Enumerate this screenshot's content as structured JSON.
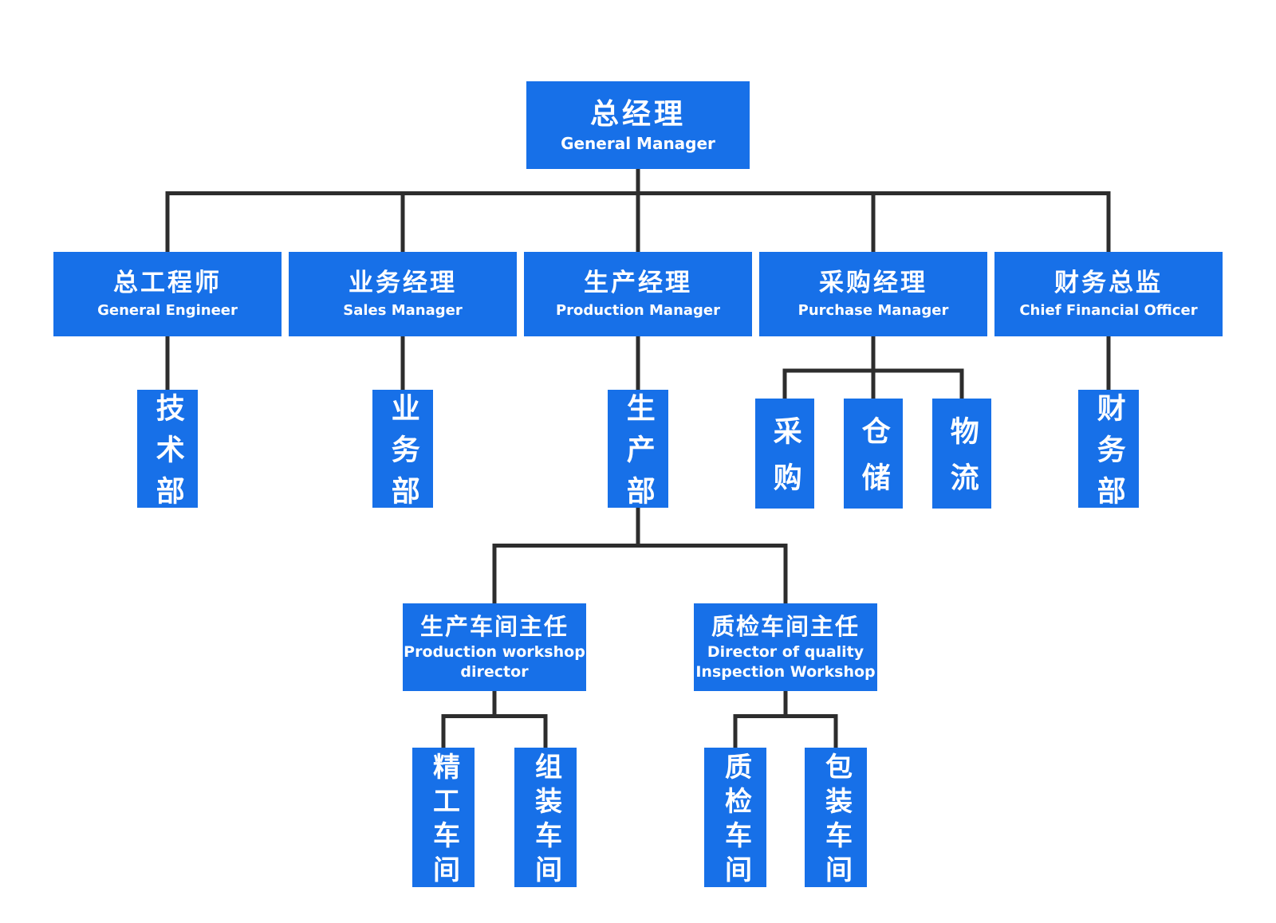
{
  "colors": {
    "node_fill": "#1770E8",
    "node_text": "#FFFFFF",
    "connector": "#2D2D2D",
    "background": "#FFFFFF"
  },
  "org_chart": {
    "type": "org-tree-diagram",
    "root": {
      "zh": "总经理",
      "en": "General Manager"
    },
    "managers": {
      "general_engineer": {
        "zh": "总工程师",
        "en": "General Engineer"
      },
      "sales_manager": {
        "zh": "业务经理",
        "en": "Sales Manager"
      },
      "production_manager": {
        "zh": "生产经理",
        "en": "Production Manager"
      },
      "purchase_manager": {
        "zh": "采购经理",
        "en": "Purchase Manager"
      },
      "cfo": {
        "zh": "财务总监",
        "en": "Chief Financial Officer"
      }
    },
    "departments": {
      "technology_dept": {
        "zh": "技术部"
      },
      "business_dept": {
        "zh": "业务部"
      },
      "production_dept": {
        "zh": "生产部"
      },
      "procurement": {
        "zh": "采购"
      },
      "warehousing": {
        "zh": "仓储"
      },
      "logistics": {
        "zh": "物流"
      },
      "finance_dept": {
        "zh": "财务部"
      }
    },
    "directors": {
      "production_workshop_director": {
        "zh": "生产车间主任",
        "en1": "Production workshop",
        "en2": "director"
      },
      "quality_inspection_director": {
        "zh": "质检车间主任",
        "en1": "Director of quality",
        "en2": "Inspection Workshop"
      }
    },
    "workshops": {
      "precision_workshop": {
        "zh": "精工车间"
      },
      "assembly_workshop": {
        "zh": "组装车间"
      },
      "quality_inspection_workshop": {
        "zh": "质检车间"
      },
      "packaging_workshop": {
        "zh": "包装车间"
      }
    }
  }
}
